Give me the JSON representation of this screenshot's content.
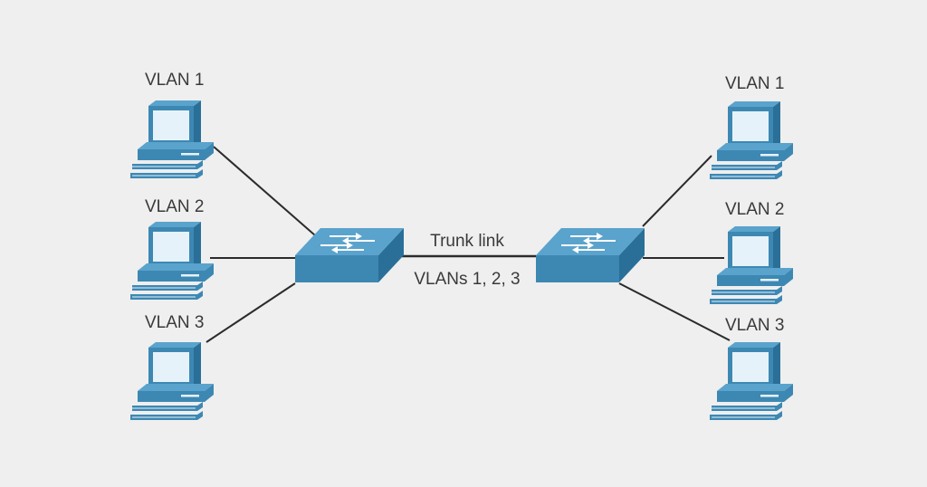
{
  "colors": {
    "background": "#efefef",
    "device_light": "#3d88b3",
    "device_dark": "#2a6f98",
    "device_top": "#5aa3cc",
    "screen": "#e6f2f9",
    "link": "#2b2b2b",
    "text": "#3a3a3a"
  },
  "left_hosts": [
    {
      "label": "VLAN 1",
      "icon": "computer-icon"
    },
    {
      "label": "VLAN 2",
      "icon": "computer-icon"
    },
    {
      "label": "VLAN 3",
      "icon": "computer-icon"
    }
  ],
  "right_hosts": [
    {
      "label": "VLAN 1",
      "icon": "computer-icon"
    },
    {
      "label": "VLAN 2",
      "icon": "computer-icon"
    },
    {
      "label": "VLAN 3",
      "icon": "computer-icon"
    }
  ],
  "switches": [
    {
      "icon": "switch-icon"
    },
    {
      "icon": "switch-icon"
    }
  ],
  "trunk": {
    "label": "Trunk link",
    "vlans": "VLANs 1, 2, 3"
  }
}
